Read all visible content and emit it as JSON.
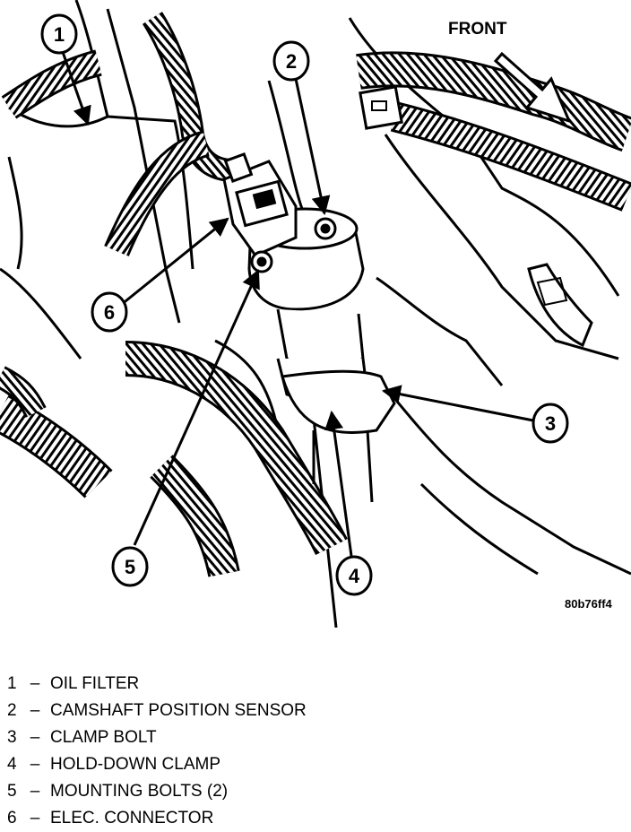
{
  "front_label": "FRONT",
  "figure_id": "80b76ff4",
  "callouts": [
    "1",
    "2",
    "3",
    "4",
    "5",
    "6"
  ],
  "legend": [
    {
      "number": "1",
      "text": "OIL FILTER"
    },
    {
      "number": "2",
      "text": "CAMSHAFT POSITION SENSOR"
    },
    {
      "number": "3",
      "text": "CLAMP BOLT"
    },
    {
      "number": "4",
      "text": "HOLD-DOWN CLAMP"
    },
    {
      "number": "5",
      "text": "MOUNTING BOLTS (2)"
    },
    {
      "number": "6",
      "text": "ELEC. CONNECTOR"
    }
  ],
  "separator": "–"
}
